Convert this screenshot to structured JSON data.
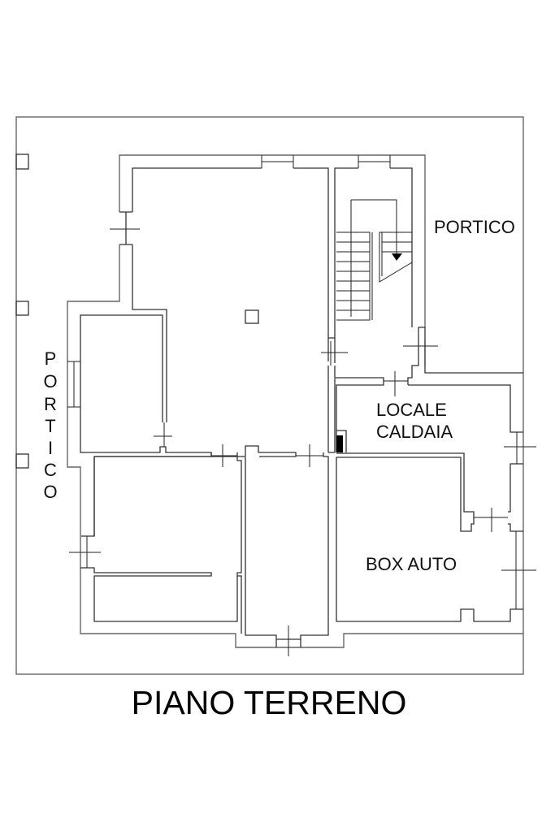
{
  "title": "PIANO TERRENO",
  "rooms": {
    "portico_top_right": "PORTICO",
    "portico_left_vertical": [
      "P",
      "O",
      "R",
      "T",
      "I",
      "C",
      "O"
    ],
    "locale_caldaia_line1": "LOCALE",
    "locale_caldaia_line2": "CALDAIA",
    "box_auto": "BOX AUTO"
  },
  "colors": {
    "wall": "#333333",
    "boundary": "#666666",
    "text": "#111111",
    "background": "#ffffff"
  }
}
